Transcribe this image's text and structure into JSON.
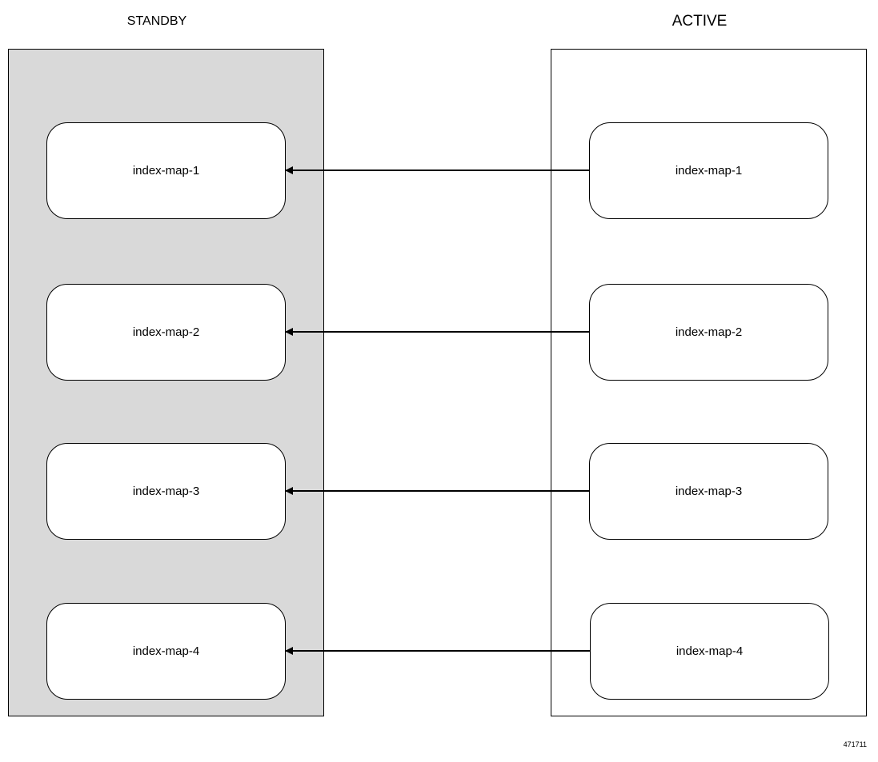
{
  "standby": {
    "title": "STANDBY",
    "fill": "#d9d9d9",
    "maps": [
      "index-map-1",
      "index-map-2",
      "index-map-3",
      "index-map-4"
    ]
  },
  "active": {
    "title": "ACTIVE",
    "fill": "#ffffff",
    "maps": [
      "index-map-1",
      "index-map-2",
      "index-map-3",
      "index-map-4"
    ]
  },
  "arrows": [
    {
      "from": "active.index-map-1",
      "to": "standby.index-map-1"
    },
    {
      "from": "active.index-map-2",
      "to": "standby.index-map-2"
    },
    {
      "from": "active.index-map-3",
      "to": "standby.index-map-3"
    },
    {
      "from": "active.index-map-4",
      "to": "standby.index-map-4"
    }
  ],
  "figure_id": "471711"
}
